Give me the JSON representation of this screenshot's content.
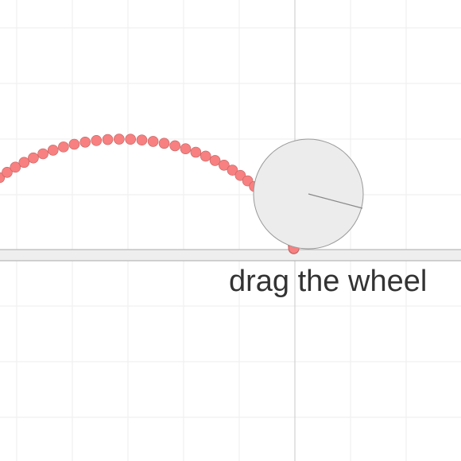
{
  "app": {
    "instruction": "drag the wheel"
  },
  "colors": {
    "background": "#ffffff",
    "grid": "#eeeeee",
    "axis": "#c8c8c8",
    "ground_fill": "#eeeeee",
    "ground_stroke": "#aaaaaa",
    "wheel_fill": "#ececec",
    "wheel_stroke": "#999999",
    "spoke": "#888888",
    "trace_fill": "#f88080",
    "trace_stroke": "#c06060",
    "text": "#333333"
  },
  "simulation": {
    "curve": "cycloid",
    "traced_point_radius_ratio": 1.0,
    "wheel_rotation_radians": 6.55
  }
}
